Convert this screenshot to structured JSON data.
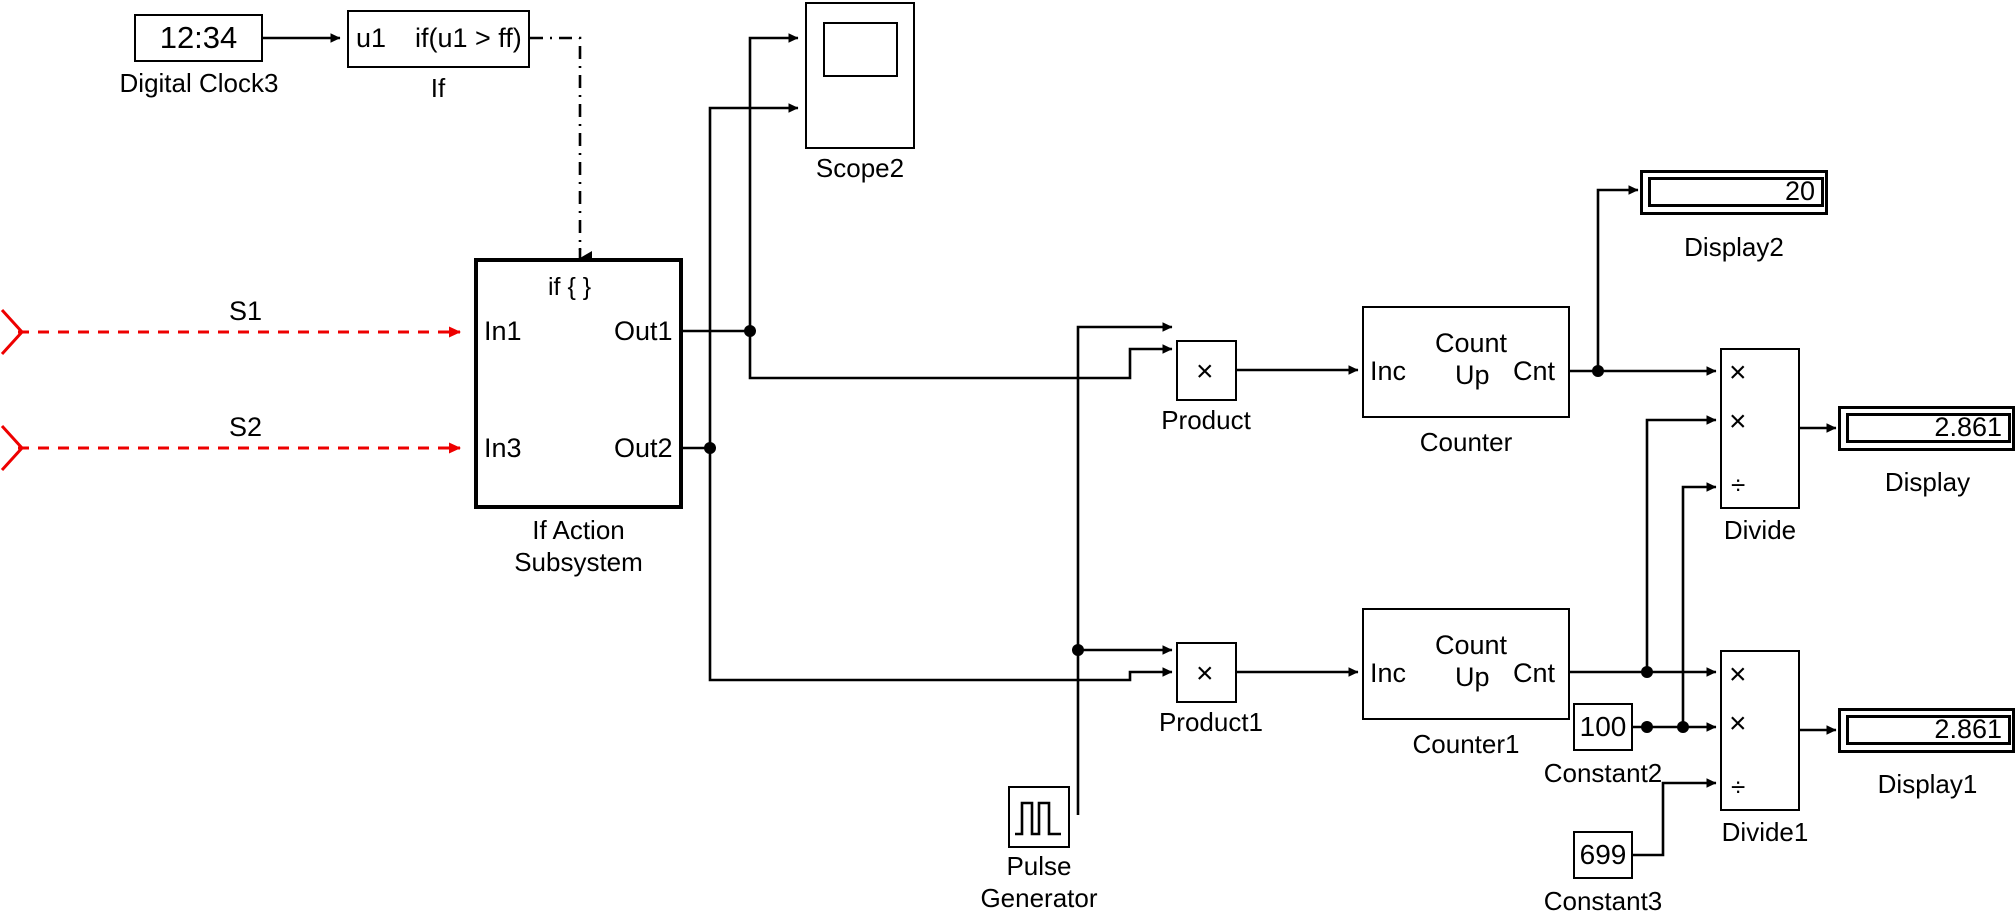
{
  "diagram": {
    "title": "Simulink block diagram",
    "colors": {
      "wire": "#000000",
      "signal_red": "#ee0000",
      "block_border": "#000000",
      "background": "#ffffff"
    }
  },
  "blocks": {
    "digital_clock3": {
      "name": "Digital Clock3",
      "value": "12:34",
      "caption": "Digital Clock3"
    },
    "if_block": {
      "caption": "If",
      "input_port": "u1",
      "condition": "if(u1 > ff)"
    },
    "if_action_subsystem": {
      "caption_line1": "If Action",
      "caption_line2": "Subsystem",
      "enable_label": "if { }",
      "inputs": [
        "In1",
        "In3"
      ],
      "outputs": [
        "Out1",
        "Out2"
      ]
    },
    "scope2": {
      "caption": "Scope2"
    },
    "product": {
      "caption": "Product",
      "symbol": "×"
    },
    "product1": {
      "caption": "Product1",
      "symbol": "×"
    },
    "counter": {
      "caption": "Counter",
      "inc_port": "Inc",
      "cnt_port": "Cnt",
      "title_line1": "Count",
      "title_line2": "Up"
    },
    "counter1": {
      "caption": "Counter1",
      "inc_port": "Inc",
      "cnt_port": "Cnt",
      "title_line1": "Count",
      "title_line2": "Up"
    },
    "divide": {
      "caption": "Divide",
      "ops": [
        "×",
        "×",
        "÷"
      ]
    },
    "divide1": {
      "caption": "Divide1",
      "ops": [
        "×",
        "×",
        "÷"
      ]
    },
    "display": {
      "caption": "Display",
      "value": "2.861"
    },
    "display1": {
      "caption": "Display1",
      "value": "2.861"
    },
    "display2": {
      "caption": "Display2",
      "value": "20"
    },
    "constant2": {
      "caption": "Constant2",
      "value": "100"
    },
    "constant3": {
      "caption": "Constant3",
      "value": "699"
    },
    "pulse_generator": {
      "caption_line1": "Pulse",
      "caption_line2": "Generator"
    }
  },
  "signals": {
    "s1": {
      "label": "S1"
    },
    "s2": {
      "label": "S2"
    }
  }
}
